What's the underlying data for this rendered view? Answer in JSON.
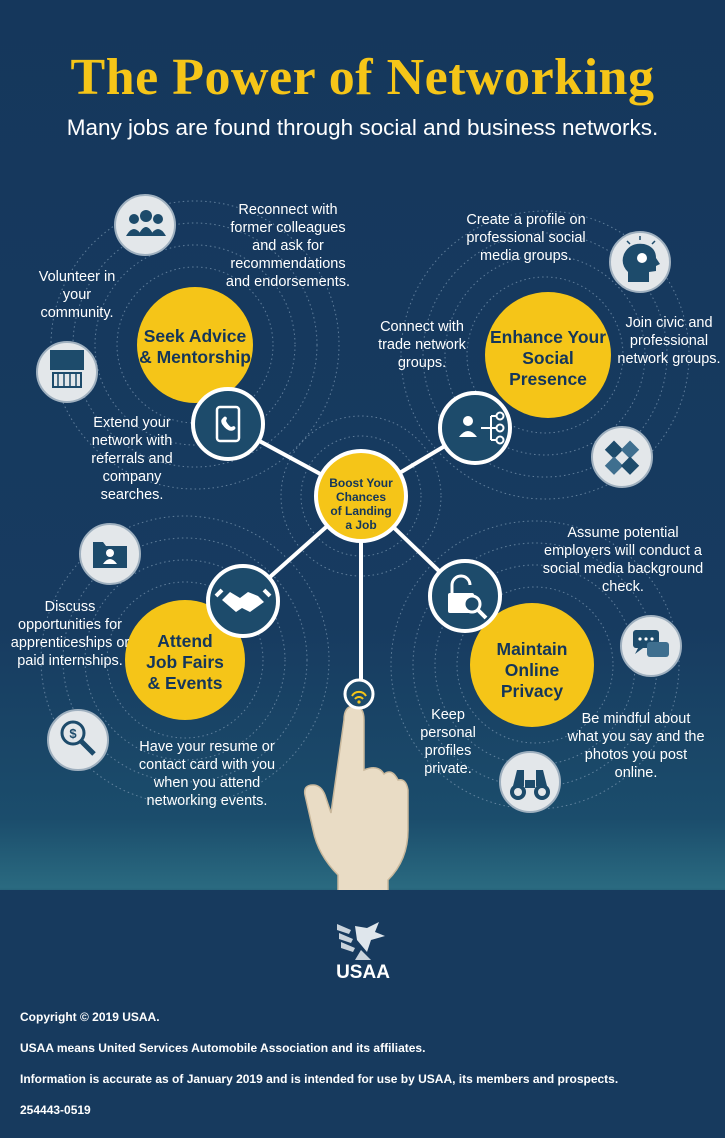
{
  "header": {
    "title": "The Power of Networking",
    "subtitle": "Many jobs are found through social and business networks."
  },
  "center": {
    "label_lines": [
      "Boost Your",
      "Chances",
      "of Landing",
      "a Job"
    ]
  },
  "hubs": {
    "seek_advice": {
      "label_lines": [
        "Seek Advice",
        "& Mentorship"
      ],
      "icon": "phone-icon"
    },
    "enhance_social": {
      "label_lines": [
        "Enhance Your",
        "Social",
        "Presence"
      ],
      "icon": "network-icon"
    },
    "job_fairs": {
      "label_lines": [
        "Attend",
        "Job Fairs",
        "& Events"
      ],
      "icon": "handshake-icon"
    },
    "online_privacy": {
      "label_lines": [
        "Maintain",
        "Online",
        "Privacy"
      ],
      "icon": "lock-search-icon"
    }
  },
  "tips": {
    "reconnect": "Reconnect with former colleagues and ask for recommendations and endorsements.",
    "volunteer": "Volunteer in your community.",
    "extend": "Extend your network with referrals and company searches.",
    "create_profile": "Create a profile on professional social media groups.",
    "trade_groups": "Connect with trade network groups.",
    "civic_groups": "Join civic and professional network groups.",
    "discuss": "Discuss opportunities for apprenticeships or paid internships.",
    "resume": "Have your resume or contact card with you when you attend networking events.",
    "background_check": "Assume potential employers will conduct a social media background check.",
    "private": "Keep personal profiles private.",
    "mindful": "Be mindful about what you say and the photos you post online."
  },
  "footer": {
    "logo_text": "USAA",
    "copyright": "Copyright © 2019 USAA.",
    "meaning": "USAA means United Services Automobile Association and its affiliates.",
    "accuracy": "Information is accurate as of January 2019 and is intended for use by USAA, its members and prospects.",
    "code": "254443-0519"
  },
  "colors": {
    "navy": "#173a5e",
    "gold": "#f5c518",
    "teal_icon": "#1d4b6b",
    "white": "#ffffff"
  }
}
